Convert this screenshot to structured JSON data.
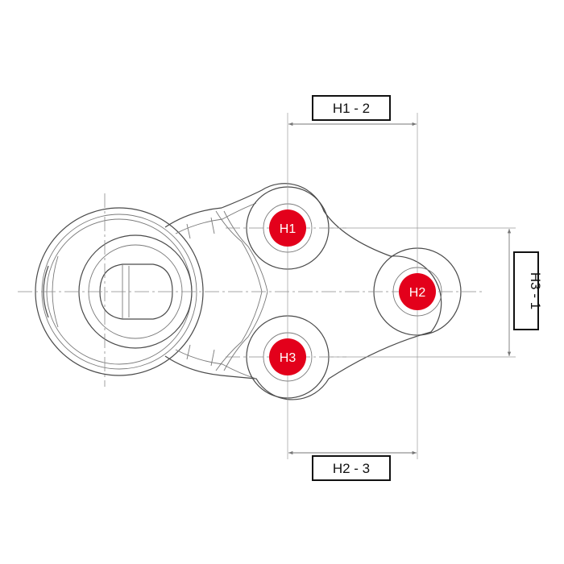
{
  "holes": [
    {
      "id": "H1",
      "label": "H1"
    },
    {
      "id": "H2",
      "label": "H2"
    },
    {
      "id": "H3",
      "label": "H3"
    }
  ],
  "dimensions": {
    "h1_2": "H1 - 2",
    "h2_3": "H2 - 3",
    "h3_1": "H3 - 1"
  },
  "colors": {
    "hole_marker": "#e3001b",
    "line": "#4a4a4a",
    "label_border": "#111111"
  }
}
